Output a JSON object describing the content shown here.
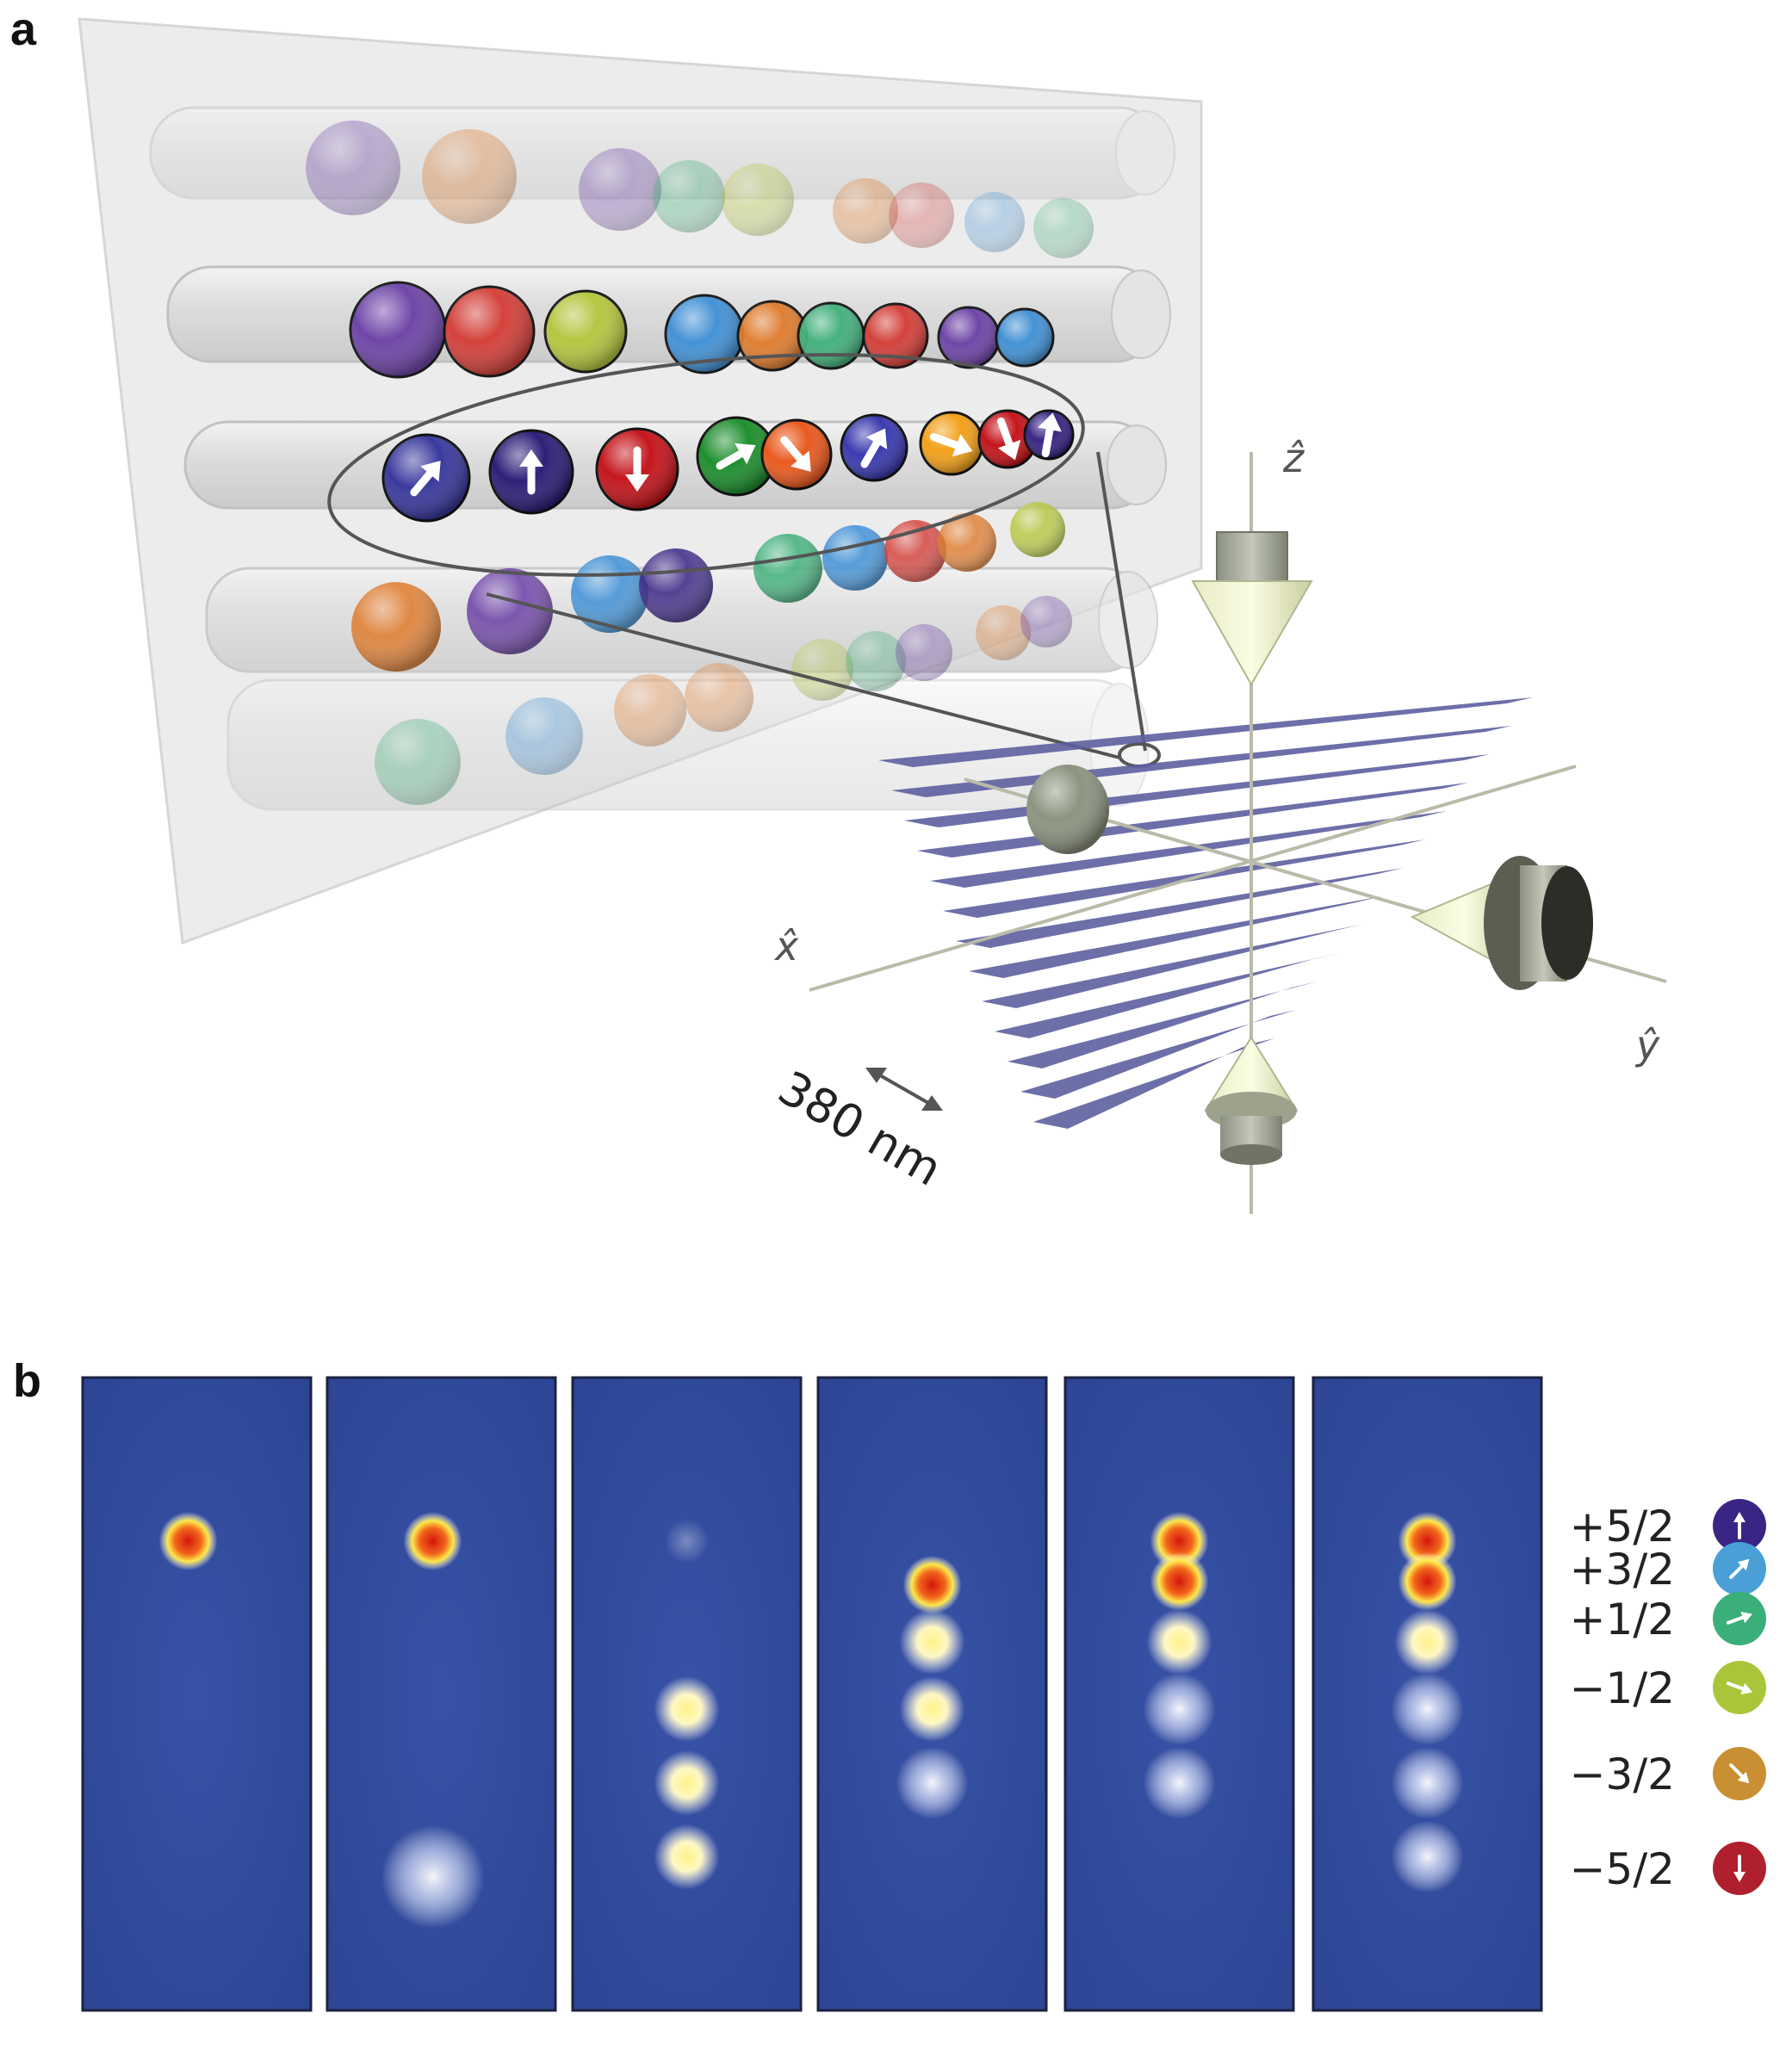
{
  "panel_a": {
    "letter": "a",
    "axes": {
      "z": "ẑ",
      "x": "x̂",
      "y": "ŷ"
    },
    "scale": "380 nm"
  },
  "panel_b": {
    "letter": "b",
    "frames": [
      {
        "spots": [
          {
            "level": 0.0,
            "kind": "hot"
          }
        ]
      },
      {
        "spots": [
          {
            "level": 0.0,
            "kind": "hot"
          },
          {
            "level": 1.0,
            "kind": "diffuse"
          }
        ]
      },
      {
        "spots": [
          {
            "level": 0.0,
            "kind": "faint"
          },
          {
            "level": 0.5,
            "kind": "warm"
          },
          {
            "level": 0.72,
            "kind": "warm"
          },
          {
            "level": 0.94,
            "kind": "warm"
          }
        ]
      },
      {
        "spots": [
          {
            "level": 0.13,
            "kind": "hot"
          },
          {
            "level": 0.3,
            "kind": "warm"
          },
          {
            "level": 0.5,
            "kind": "warm"
          },
          {
            "level": 0.72,
            "kind": "white"
          }
        ]
      },
      {
        "spots": [
          {
            "level": 0.0,
            "kind": "hot"
          },
          {
            "level": 0.12,
            "kind": "hot"
          },
          {
            "level": 0.3,
            "kind": "warm"
          },
          {
            "level": 0.5,
            "kind": "white"
          },
          {
            "level": 0.72,
            "kind": "white"
          }
        ]
      },
      {
        "spots": [
          {
            "level": 0.0,
            "kind": "hot"
          },
          {
            "level": 0.12,
            "kind": "hot"
          },
          {
            "level": 0.3,
            "kind": "warm"
          },
          {
            "level": 0.5,
            "kind": "white"
          },
          {
            "level": 0.72,
            "kind": "white"
          },
          {
            "level": 0.94,
            "kind": "white"
          }
        ]
      }
    ],
    "legend": [
      {
        "label": "+5/2",
        "color": "#3a2585",
        "arrow_deg": 0
      },
      {
        "label": "+3/2",
        "color": "#4aa0d6",
        "arrow_deg": 45
      },
      {
        "label": "+1/2",
        "color": "#3aaf7a",
        "arrow_deg": 70
      },
      {
        "label": "−1/2",
        "color": "#a9c63a",
        "arrow_deg": 110
      },
      {
        "label": "−3/2",
        "color": "#c98f33",
        "arrow_deg": 135
      },
      {
        "label": "−5/2",
        "color": "#b01f2e",
        "arrow_deg": 180
      }
    ]
  }
}
